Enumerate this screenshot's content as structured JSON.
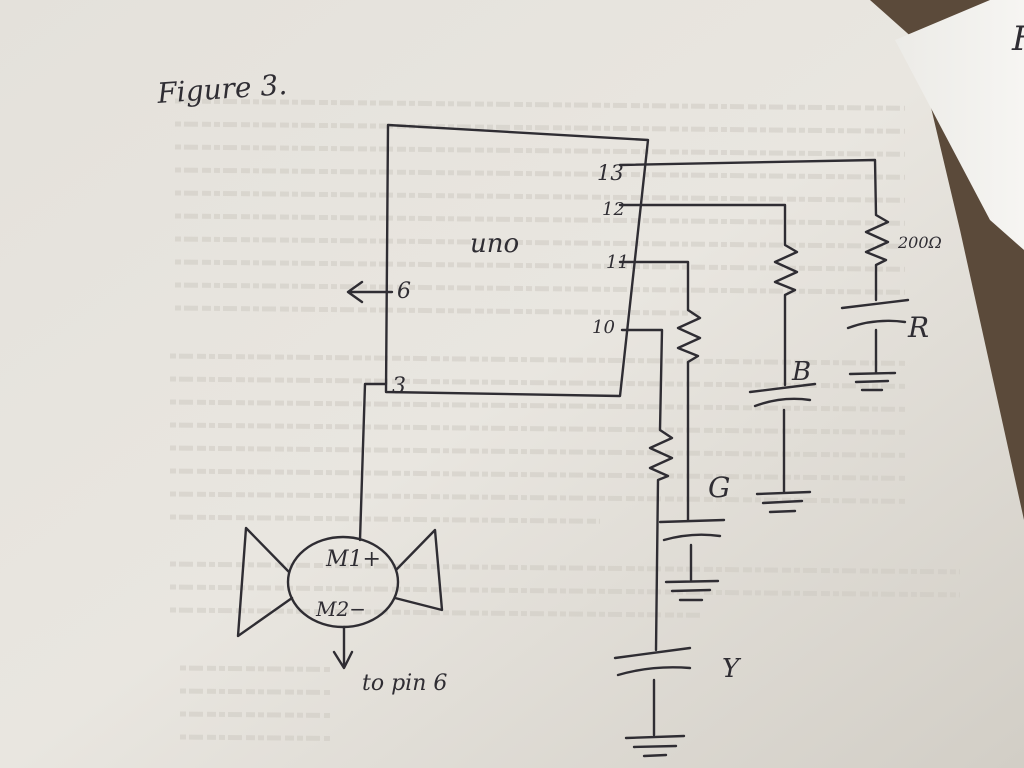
{
  "figure_title": "Figure 3.",
  "sheet_corner_letter": "F",
  "microcontroller": {
    "label": "uno"
  },
  "pins": [
    "13",
    "12",
    "11",
    "10",
    "6",
    "3"
  ],
  "resistor_label": "200Ω",
  "leds": [
    "R",
    "B",
    "G",
    "Y"
  ],
  "motor": {
    "terminal1": "M1+",
    "terminal2": "M2−",
    "output_label": "to pin 6"
  },
  "colors": {
    "ink": "#2f2d33",
    "paper": "#e6e3dd",
    "table": "#5b4a3a"
  }
}
